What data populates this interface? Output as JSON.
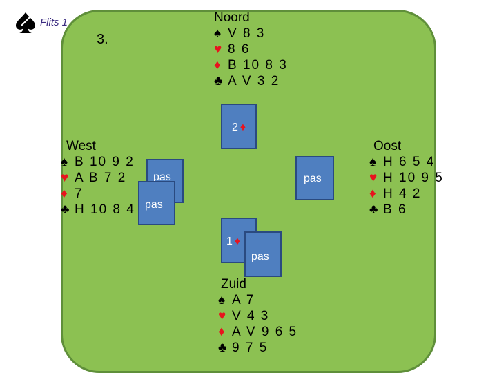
{
  "header": {
    "brand": "Flits 1",
    "board": "3."
  },
  "hands": {
    "north": {
      "name": "Noord",
      "spades": "V 8 3",
      "hearts": "8 6",
      "diamonds": "B 10 8 3",
      "clubs": "A V 3 2"
    },
    "west": {
      "name": "West",
      "spades": "B 10 9 2",
      "hearts": "A B 7 2",
      "diamonds": "7",
      "clubs": "H 10 8 4"
    },
    "east": {
      "name": "Oost",
      "spades": "H 6 5 4",
      "hearts": "H 10 9 5",
      "diamonds": "H 4 2",
      "clubs": "B 6"
    },
    "south": {
      "name": "Zuid",
      "spades": "A 7",
      "hearts": "V 4 3",
      "diamonds": "A V 9 6 5",
      "clubs": "9 7 5"
    }
  },
  "suits": {
    "spade": "♠",
    "heart": "♥",
    "diamond": "♦",
    "club": "♣"
  },
  "bids": {
    "north": {
      "level": "2",
      "suit": "♦"
    },
    "south_1": {
      "level": "1",
      "suit": "♦"
    },
    "south_2": "pas",
    "west_1": "pas",
    "west_2": "pas",
    "east": "pas"
  },
  "colors": {
    "felt": "#8cc152",
    "card": "#4f7fc0",
    "red_suit": "#e8141e"
  },
  "icons": {
    "logo": "spade-logo-icon"
  }
}
